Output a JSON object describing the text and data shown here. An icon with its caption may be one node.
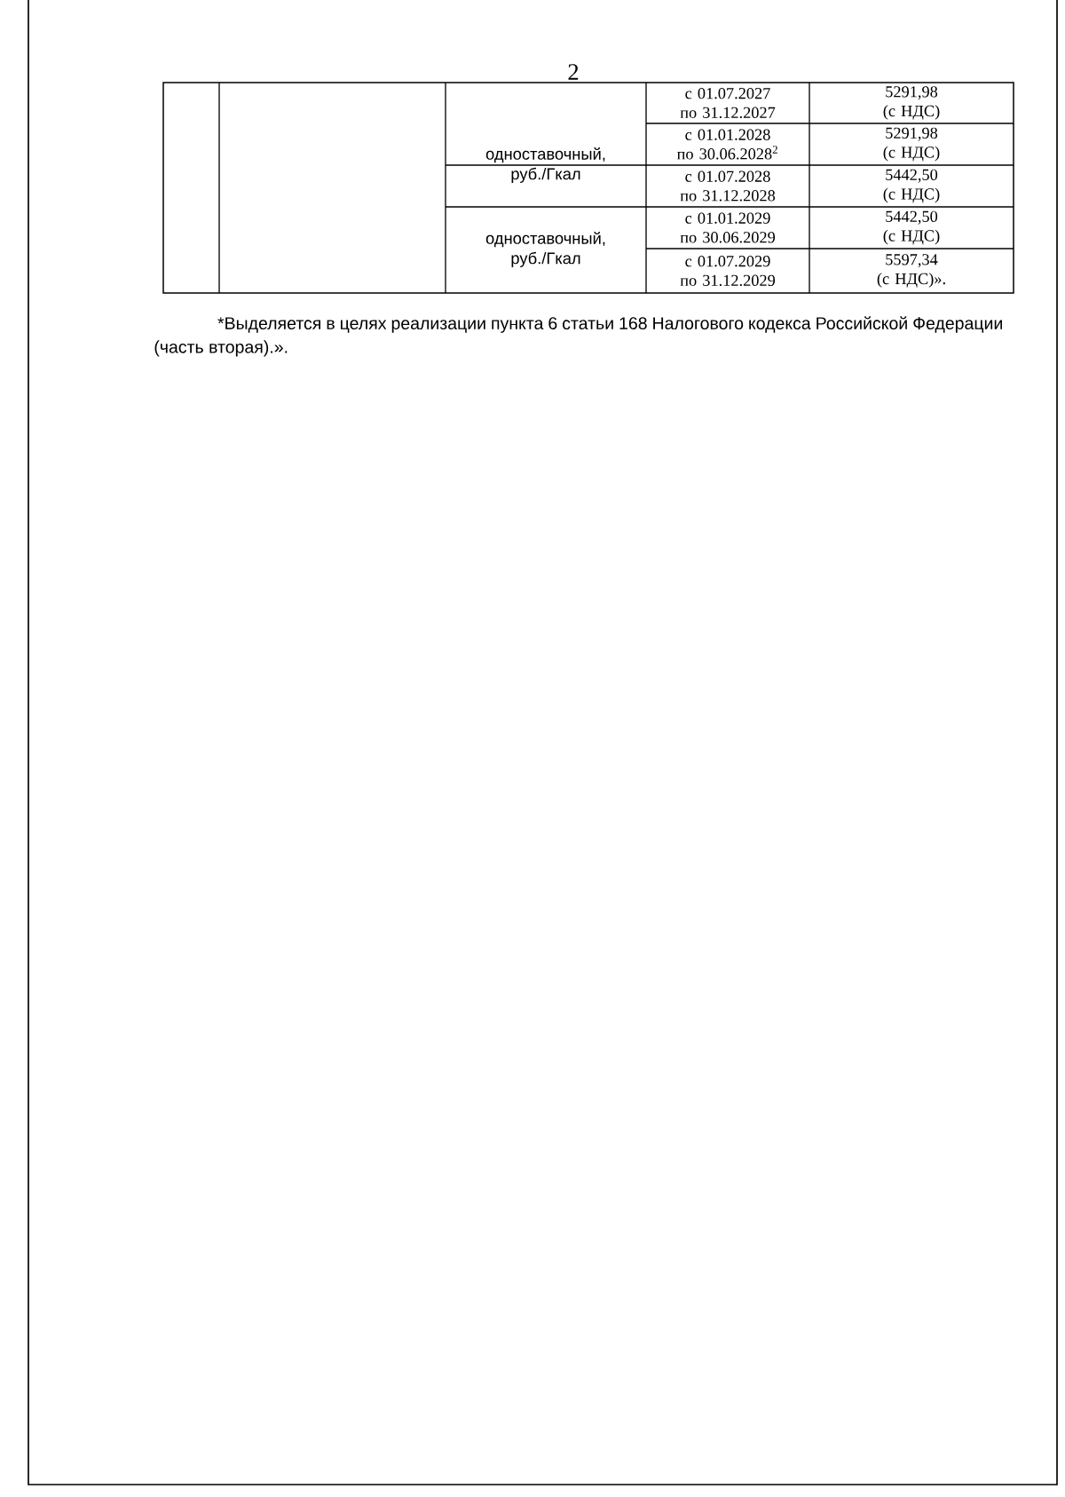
{
  "diagram": {
    "labels": [
      "2",
      "с 01.07.2027 по 31.12.2027",
      "5291,98 (с НДС)",
      "одноставочный, руб./Гкал",
      "с 01.01.2028 по 30.06.2028$^{2}$",
      "5291,98 (с НДС)",
      "с 01.07.2028 по 31.12.2028",
      "5442,50 (с НДС)",
      "одноставочный, руб./Гкал",
      "с 01.01.2029 по 30.06.2029",
      "5442,50 (с НДС)",
      "с 01.07.2029 по 31.12.2029",
      "5597,34 (с НДС)».",
      "*Выделяется в целях реализации пункта 6 статьи 168 Налогового кодекса Российской Федерации (часть вторая).»."
    ]
  }
}
